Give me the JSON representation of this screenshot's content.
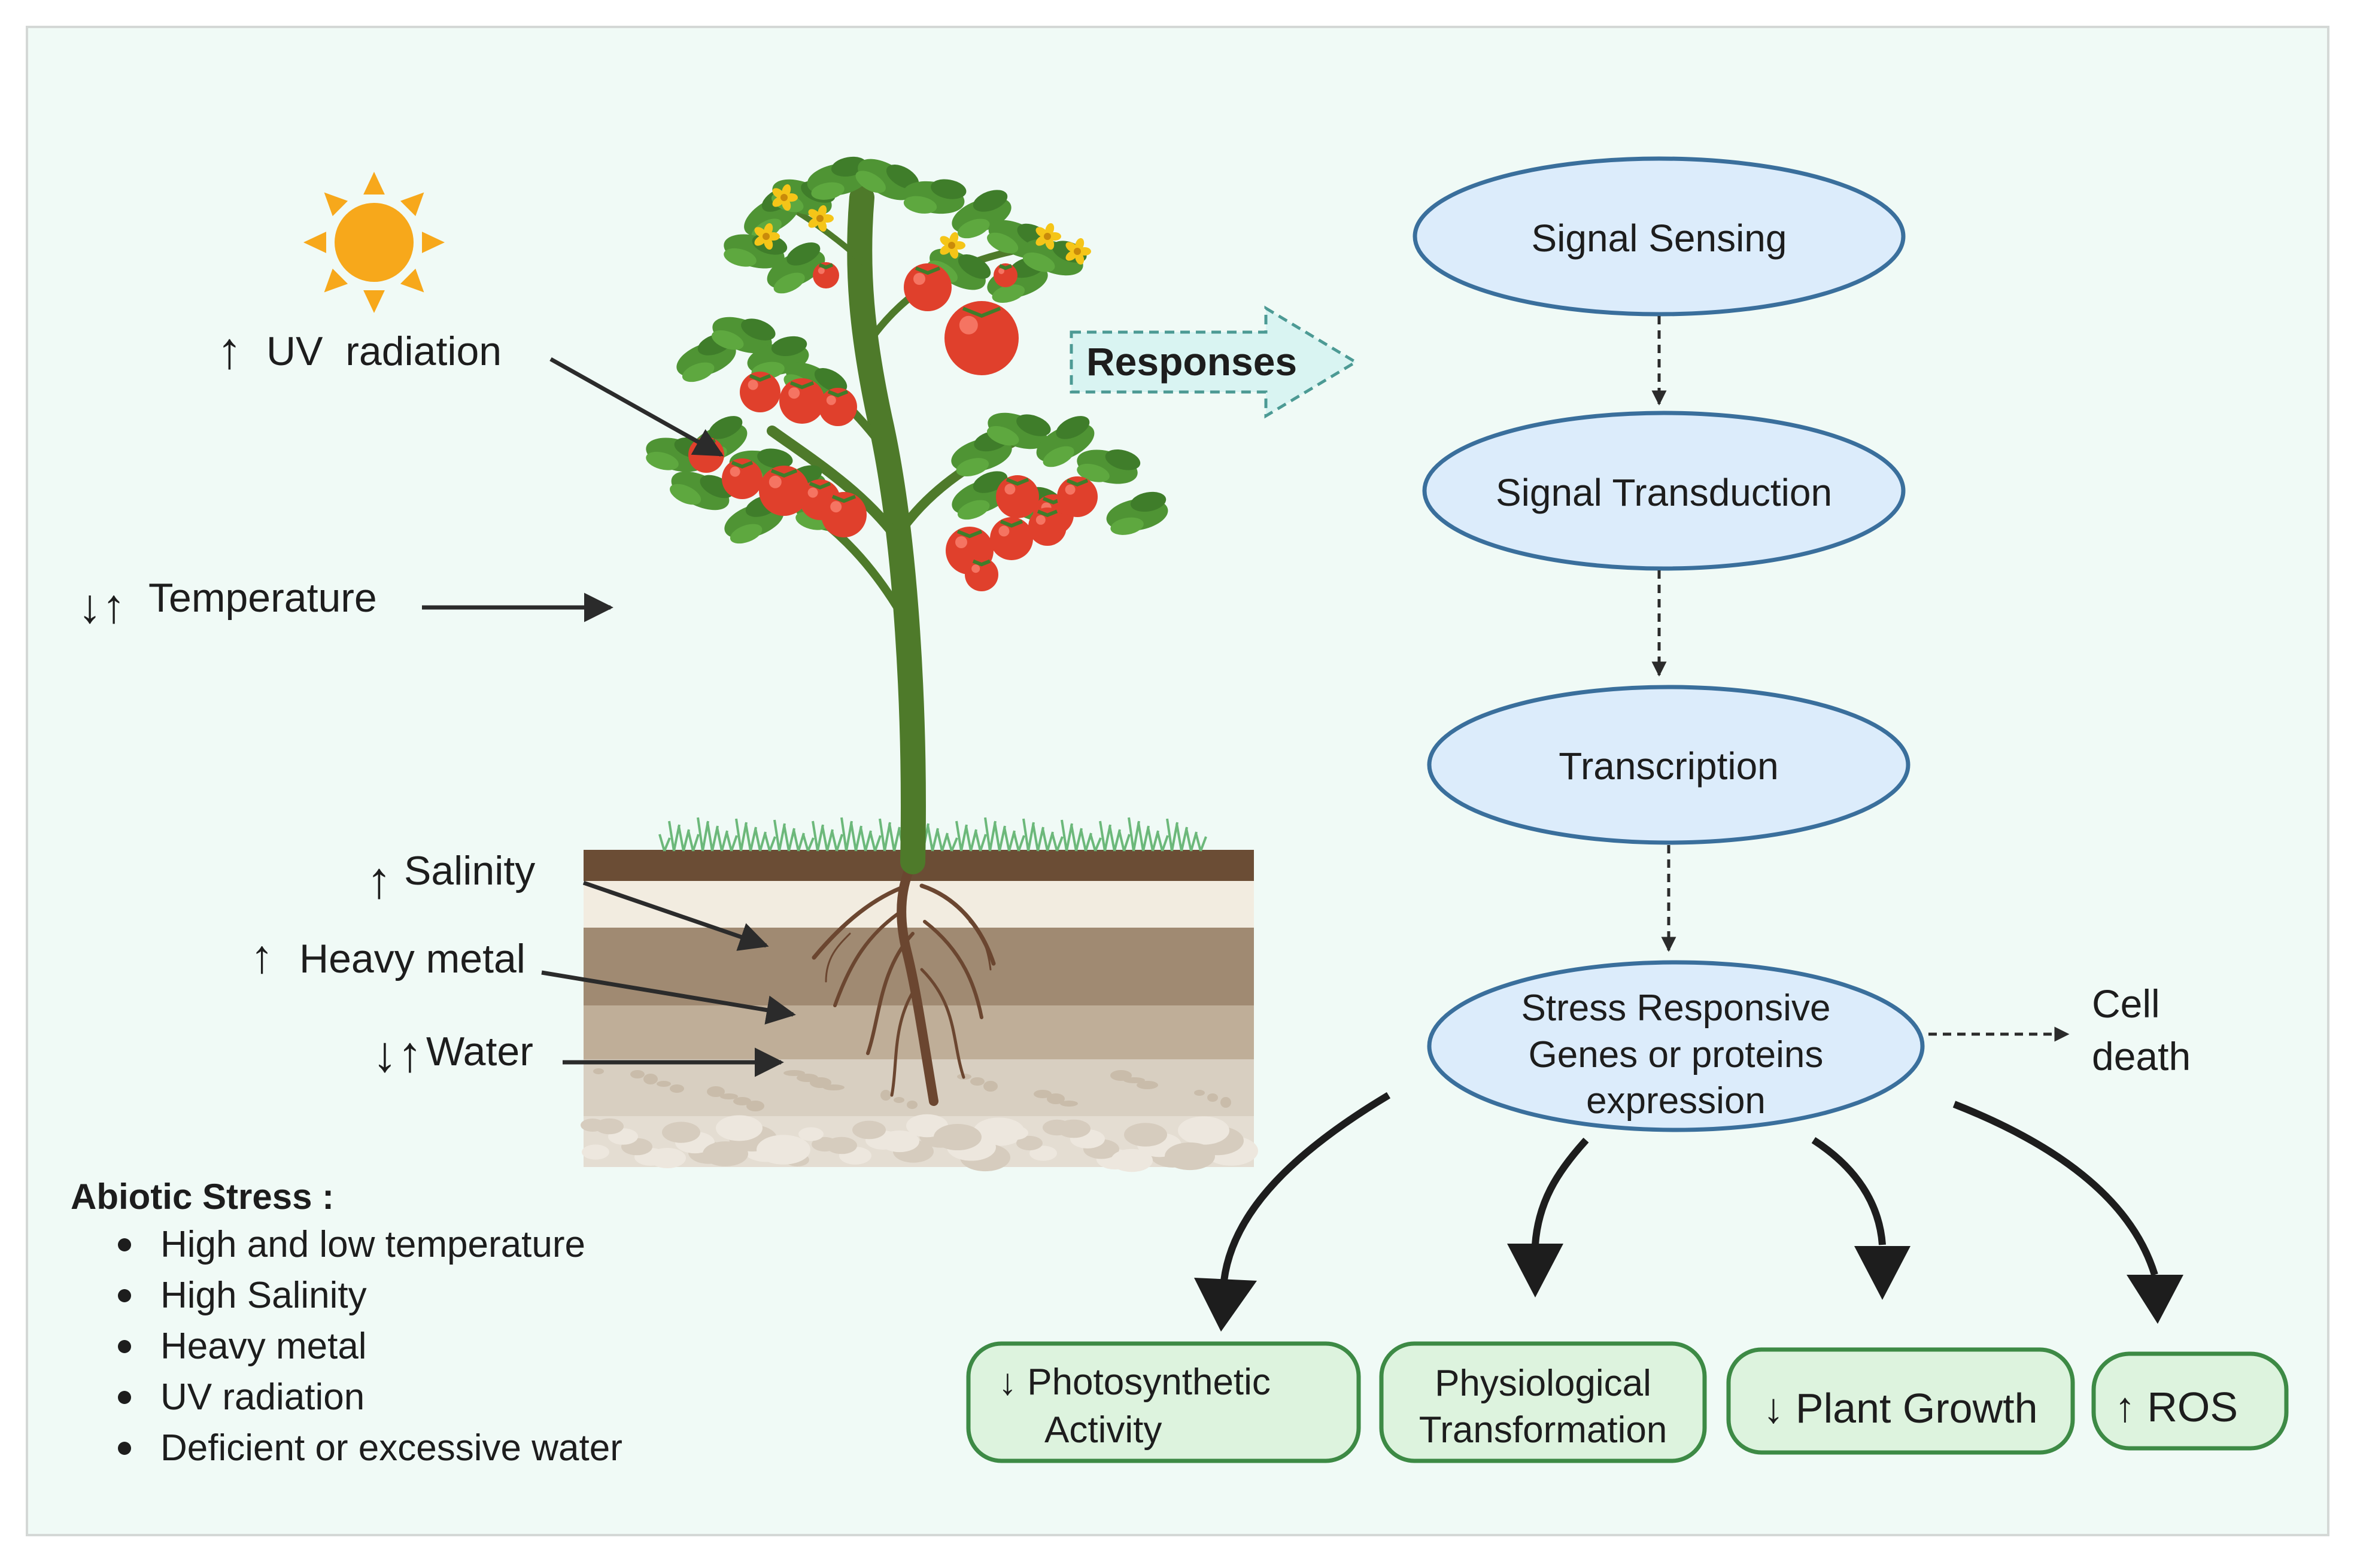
{
  "colors": {
    "background": "#f0faf6",
    "frame": "#d4d8d6",
    "oval_fill": "#dcecfb",
    "oval_stroke": "#3a6f9c",
    "box_fill": "#ddf3de",
    "box_stroke": "#3d8a45",
    "responses_fill": "#d9f4f2",
    "responses_stroke": "#4c9a94",
    "sun": "#f7a81b",
    "stem": "#4e7a2a",
    "leaf": "#4f9434",
    "fruit": "#e0402c",
    "flower": "#f5c518"
  },
  "stressors": {
    "uv": {
      "arrow": "↑",
      "label": "UV  radiation"
    },
    "temperature": {
      "arrow": "↓↑",
      "label": "Temperature"
    },
    "salinity": {
      "arrow": "↑",
      "label": "Salinity"
    },
    "heavy_metal": {
      "arrow": "↑",
      "label": "Heavy metal"
    },
    "water": {
      "arrow": "↓↑",
      "label": "Water"
    }
  },
  "responses_label": "Responses",
  "abiotic": {
    "title": "Abiotic Stress :",
    "items": [
      "High and low temperature",
      "High Salinity",
      "Heavy metal",
      "UV radiation",
      "Deficient or excessive water"
    ]
  },
  "flow": {
    "signal_sensing": "Signal Sensing",
    "signal_transduction": "Signal Transduction",
    "transcription": "Transcription",
    "stress_lines": [
      "Stress Responsive",
      "Genes or proteins",
      "expression"
    ],
    "cell_death_lines": [
      "Cell",
      "death"
    ]
  },
  "outcomes": {
    "photosynthetic": [
      "↓ Photosynthetic",
      "Activity"
    ],
    "physiological": [
      "Physiological",
      "Transformation"
    ],
    "plant_growth": "↓ Plant Growth",
    "ros": "↑ ROS"
  }
}
